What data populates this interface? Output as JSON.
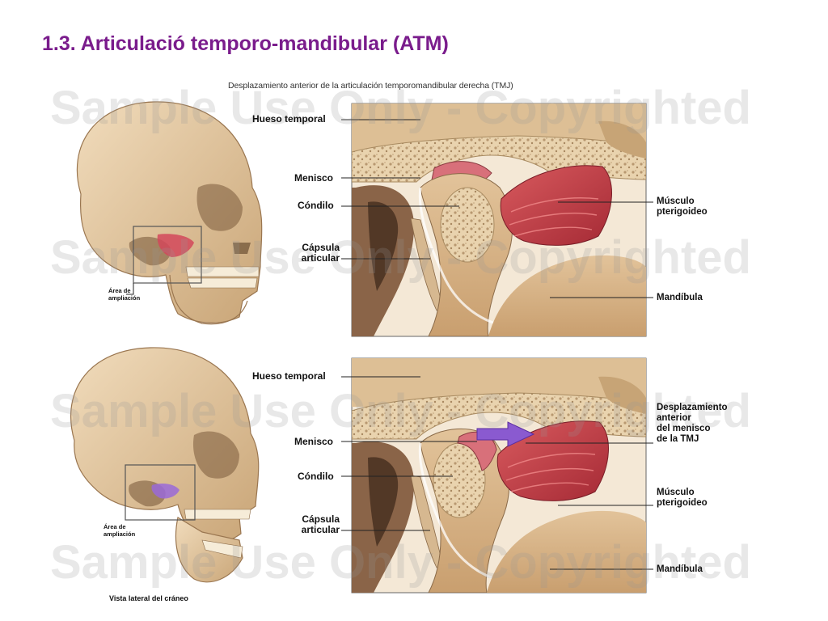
{
  "title": "1.3. Articulació temporo-mandibular (ATM)",
  "caption": "Desplazamiento anterior de la articulación temporomandibular derecha (TMJ)",
  "watermark": "Sample Use Only - Copyrighted",
  "top_panel": {
    "hueso_temporal": "Hueso temporal",
    "menisco": "Menisco",
    "condilo": "Cóndilo",
    "capsula": [
      "Cápsula",
      "articular"
    ],
    "musculo": [
      "Músculo",
      "pterigoideo"
    ],
    "mandibula": "Mandíbula",
    "area_ampliacion": [
      "Área de",
      "ampliación"
    ]
  },
  "bottom_panel": {
    "hueso_temporal": "Hueso temporal",
    "menisco": "Menisco",
    "condilo": "Cóndilo",
    "capsula": [
      "Cápsula",
      "articular"
    ],
    "desplazamiento": [
      "Desplazamiento",
      "anterior",
      "del menisco",
      "de la TMJ"
    ],
    "musculo": [
      "Músculo",
      "pterigoideo"
    ],
    "mandibula": "Mandíbula",
    "area_ampliacion": [
      "Área de",
      "ampliación"
    ]
  },
  "footer_label": "Vista lateral del cráneo",
  "colors": {
    "title": "#7a1c8c",
    "bone": "#e6c8a0",
    "muscle": "#c8414a",
    "meniscus": "#d8707a",
    "arrow": "#8a5ad0"
  }
}
